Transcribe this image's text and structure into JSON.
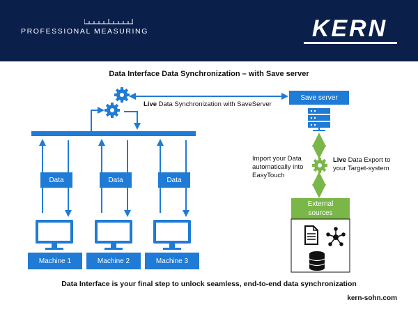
{
  "header": {
    "tagline": "PROFESSIONAL MEASURING",
    "logo": "KERN",
    "background": "#0b1f4b"
  },
  "diagram": {
    "title": "Data Interface Data Synchronization – with Save server",
    "sync_label_bold": "Live",
    "sync_label_rest": " Data Synchronization with SaveServer",
    "save_server": "Save server",
    "import_label": "Import your Data automatically into EasyTouch",
    "export_label_bold": "Live",
    "export_label_rest": " Data Export to your Target-system",
    "external_sources": "External sources",
    "data_labels": [
      "Data",
      "Data",
      "Data"
    ],
    "machines": [
      "Machine 1",
      "Machine 2",
      "Machine 3"
    ],
    "colors": {
      "blue": "#1f7bd6",
      "green": "#7ab648",
      "navy": "#0b1f4b"
    },
    "icons": [
      "gear-icon",
      "server-icon",
      "monitor-icon",
      "document-icon",
      "network-icon",
      "database-icon"
    ]
  },
  "footer": {
    "text": "Data Interface is your final step to unlock seamless, end-to-end data synchronization",
    "url": "kern-sohn.com"
  }
}
